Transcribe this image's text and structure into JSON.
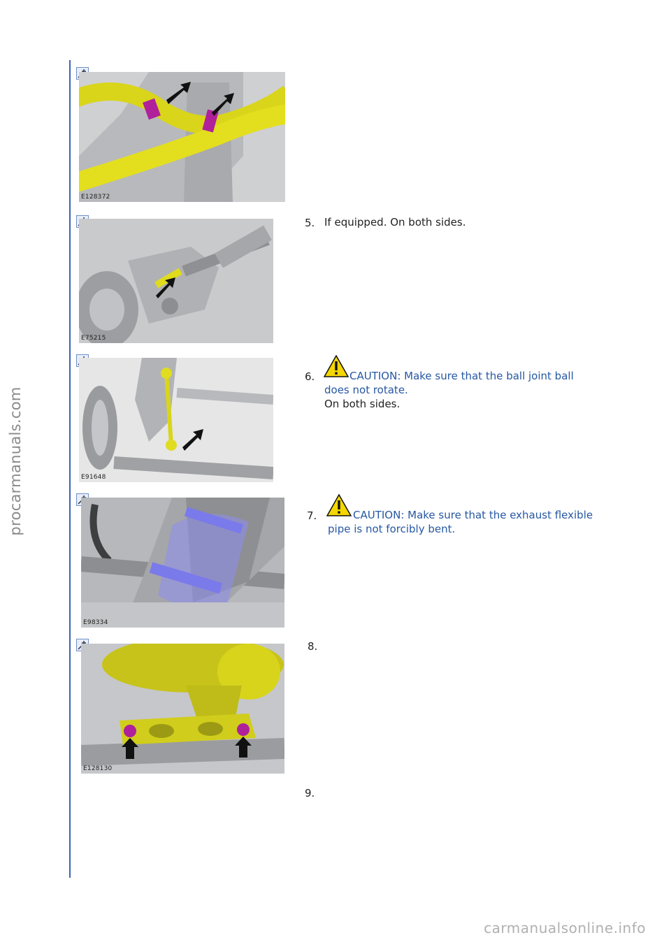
{
  "watermark_side": "procarmanuals.com",
  "watermark_footer": "carmanualsonline.info",
  "figures": [
    {
      "code": "E128372"
    },
    {
      "code": "E75215"
    },
    {
      "code": "E91648"
    },
    {
      "code": "E98334"
    },
    {
      "code": "E128130"
    }
  ],
  "steps": [
    {
      "number": "5.",
      "text": "If equipped. On both sides."
    },
    {
      "number": "6.",
      "caution_line1": "CAUTION: Make sure that the ball joint ball",
      "caution_line2": "does not rotate.",
      "text": "On both sides."
    },
    {
      "number": "7.",
      "caution_line1": "CAUTION: Make sure that the exhaust flexible",
      "caution_line2": "pipe is not forcibly bent."
    },
    {
      "number": "8."
    },
    {
      "number": "9."
    }
  ],
  "colors": {
    "rule": "#3a63b5",
    "caution_text": "#2657a3",
    "component_yellow": "#e6e21a",
    "clip_magenta": "#b0209a",
    "strap_blue": "#8e8ef0"
  },
  "icons": [
    "zoom-icon",
    "warning-triangle-icon",
    "arrow-icon"
  ]
}
